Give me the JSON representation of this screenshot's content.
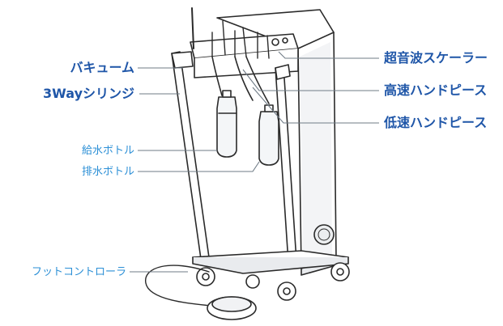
{
  "colors": {
    "label_bold": "#1f56a8",
    "label_light": "#2b8fd6",
    "leader_line": "#6f7b86",
    "cart_stroke": "#2a2a2a",
    "cart_fill": "#ffffff",
    "cart_shade": "#e9ebee"
  },
  "labels": {
    "vacuum": "バキューム",
    "syringe": "3Wayシリンジ",
    "feed_bottle": "給水ボトル",
    "drain_bottle": "排水ボトル",
    "foot_controller": "フットコントローラ",
    "scaler": "超音波スケーラー",
    "high_speed": "高速ハンドピース",
    "low_speed": "低速ハンドピース"
  }
}
